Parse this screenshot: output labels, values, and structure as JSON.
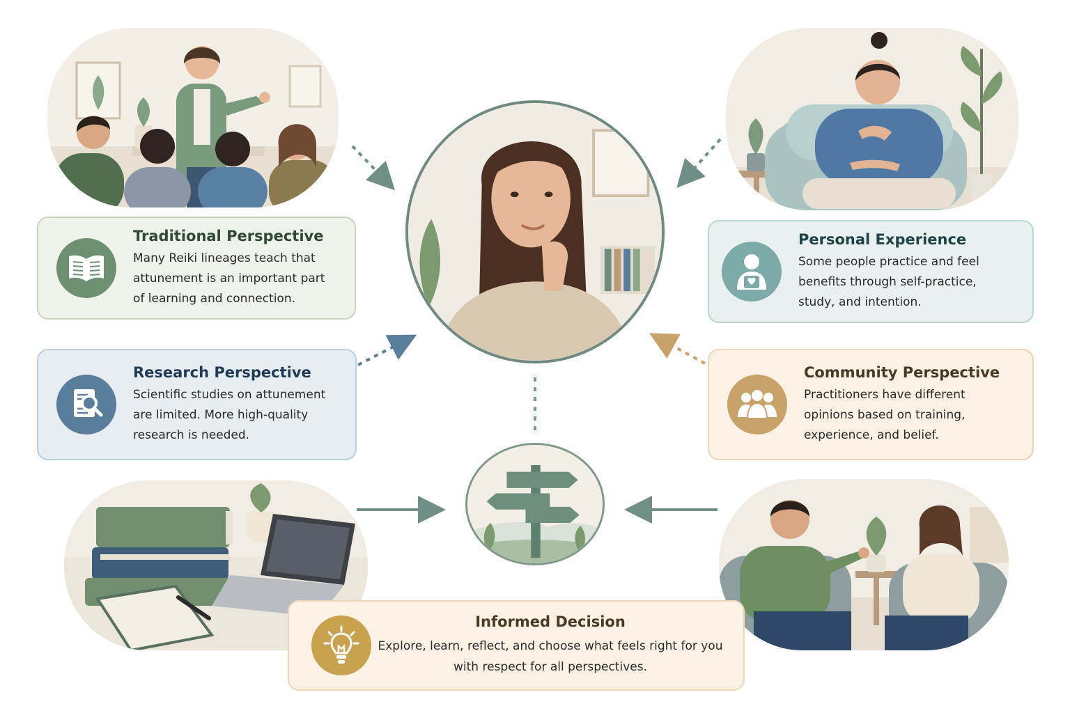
{
  "cards": {
    "traditional": {
      "title": "Traditional Perspective",
      "lines": [
        "Many Reiki lineages teach that",
        "attunement is an important part",
        "of learning and connection."
      ],
      "icon": "open-book-icon"
    },
    "research": {
      "title": "Research Perspective",
      "lines": [
        "Scientific studies on attunement",
        "are limited. More high-quality",
        "research is needed."
      ],
      "icon": "document-magnifier-icon"
    },
    "personal": {
      "title": "Personal Experience",
      "lines": [
        "Some people practice and feel",
        "benefits through self-practice,",
        "study, and intention."
      ],
      "icon": "person-heart-icon"
    },
    "community": {
      "title": "Community Perspective",
      "lines": [
        "Practitioners have different",
        "opinions based on training,",
        "experience, and belief."
      ],
      "icon": "group-icon"
    }
  },
  "decision": {
    "title": "Informed Decision",
    "lines": [
      "Explore, learn, reflect, and choose what feels right for you",
      "with respect for all perspectives."
    ],
    "icon": "lightbulb-icon"
  },
  "colors": {
    "green": "#6e8f72",
    "blue": "#5a7d9b",
    "teal": "#7da9a6",
    "tan": "#c9a26a",
    "gold": "#c9a24f",
    "arrow": "#6f8f86",
    "ring": "#6f8a80"
  }
}
